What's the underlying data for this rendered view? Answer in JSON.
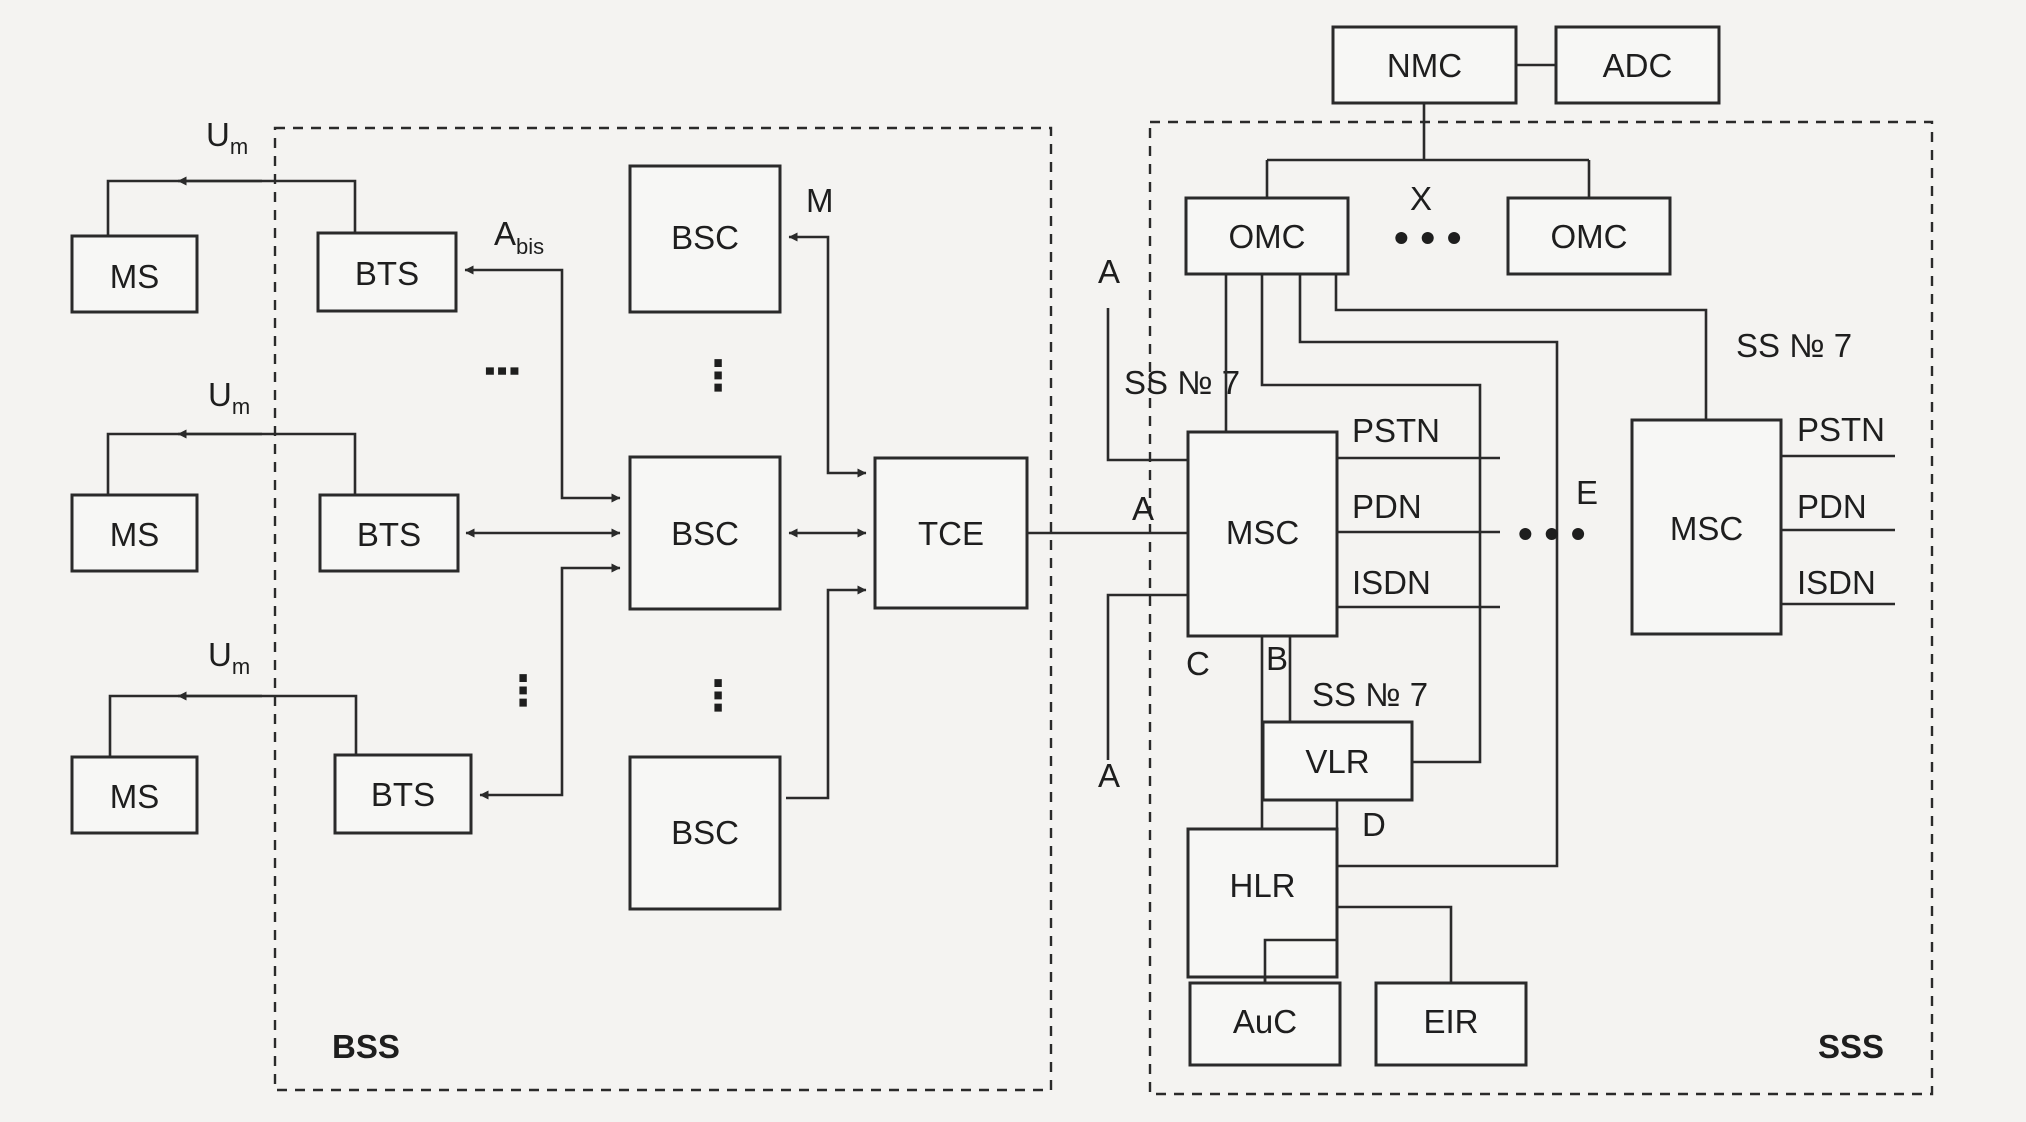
{
  "regions": {
    "bss_label": "BSS",
    "sss_label": "SSS"
  },
  "nodes": {
    "ms": "MS",
    "bts": "BTS",
    "bsc": "BSC",
    "tce": "TCE",
    "msc": "MSC",
    "vlr": "VLR",
    "hlr": "HLR",
    "auc": "AuC",
    "eir": "EIR",
    "omc": "OMC",
    "nmc": "NMC",
    "adc": "ADC"
  },
  "interfaces": {
    "um_main": "U",
    "um_sub": "m",
    "abis_main": "A",
    "abis_sub": "bis",
    "a": "A",
    "m": "M",
    "b": "B",
    "c": "C",
    "d": "D",
    "e": "E",
    "x": "X",
    "ss7": "SS № 7"
  },
  "networks": {
    "pstn": "PSTN",
    "pdn": "PDN",
    "isdn": "ISDN"
  },
  "ellipsis": "•  •  •"
}
